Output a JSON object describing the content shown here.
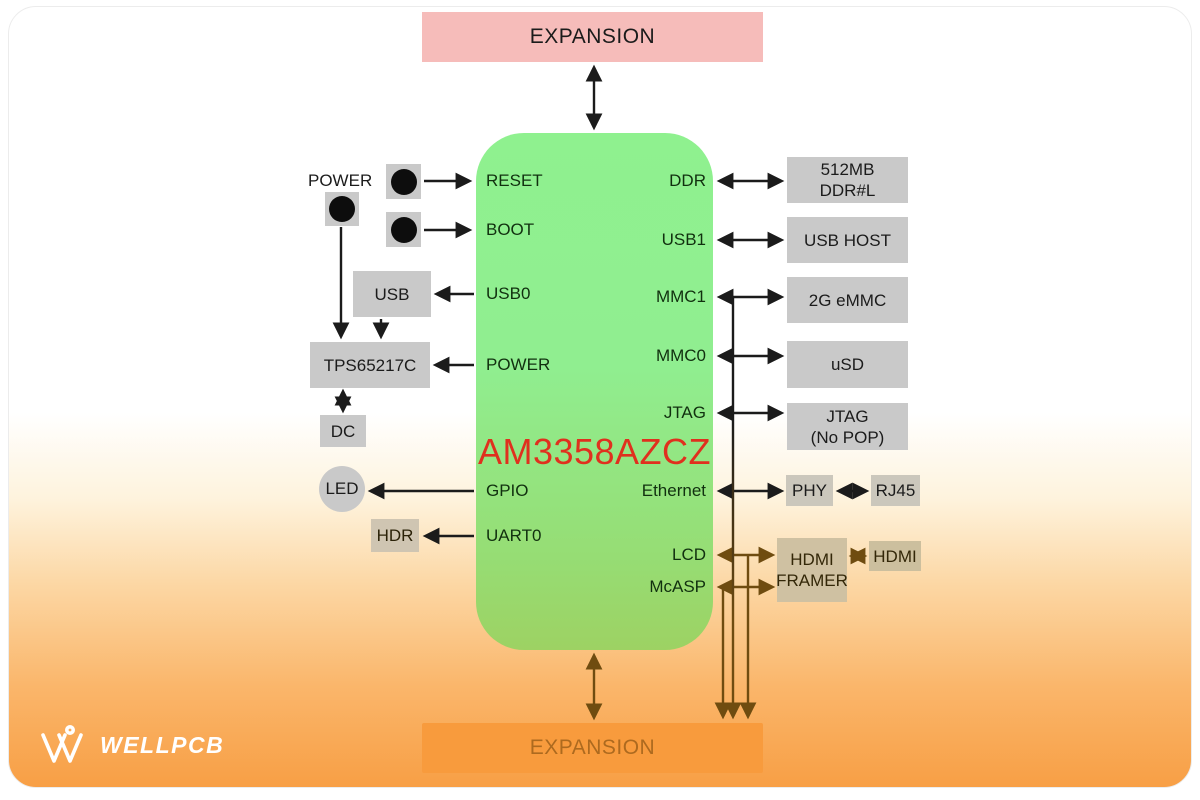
{
  "top_expansion": {
    "label": "EXPANSION"
  },
  "bottom_expansion": {
    "label": "EXPANSION"
  },
  "chip": {
    "name": "AM3358AZCZ",
    "pins_left": [
      "RESET",
      "BOOT",
      "USB0",
      "POWER",
      "GPIO",
      "UART0"
    ],
    "pins_right": [
      "DDR",
      "USB1",
      "MMC1",
      "MMC0",
      "JTAG",
      "Ethernet",
      "LCD",
      "McASP"
    ]
  },
  "left_components": {
    "power_label": "POWER",
    "usb": "USB",
    "pmic": "TPS65217C",
    "dc": "DC",
    "led": "LED",
    "hdr": "HDR"
  },
  "right_components": {
    "ddr": [
      "512MB",
      "DDR#L"
    ],
    "usb_host": "USB HOST",
    "emmc": "2G eMMC",
    "usd": "uSD",
    "jtag": [
      "JTAG",
      "(No POP)"
    ],
    "phy": "PHY",
    "rj45": "RJ45",
    "hdmi_framer": [
      "HDMI",
      "FRAMER"
    ],
    "hdmi": "HDMI"
  },
  "logo": {
    "text": "WELLPCB"
  },
  "colors": {
    "chip_green": "#90ee90",
    "chip_text_red": "#e0301e",
    "expansion_pink": "#f6bcba",
    "expansion_orange": "#f89b3d",
    "box_gray": "#c9c9c9",
    "line_black": "#1b1b1b",
    "line_brown": "#6f4c10",
    "bottom_gradient_orange": "#f89f45"
  }
}
